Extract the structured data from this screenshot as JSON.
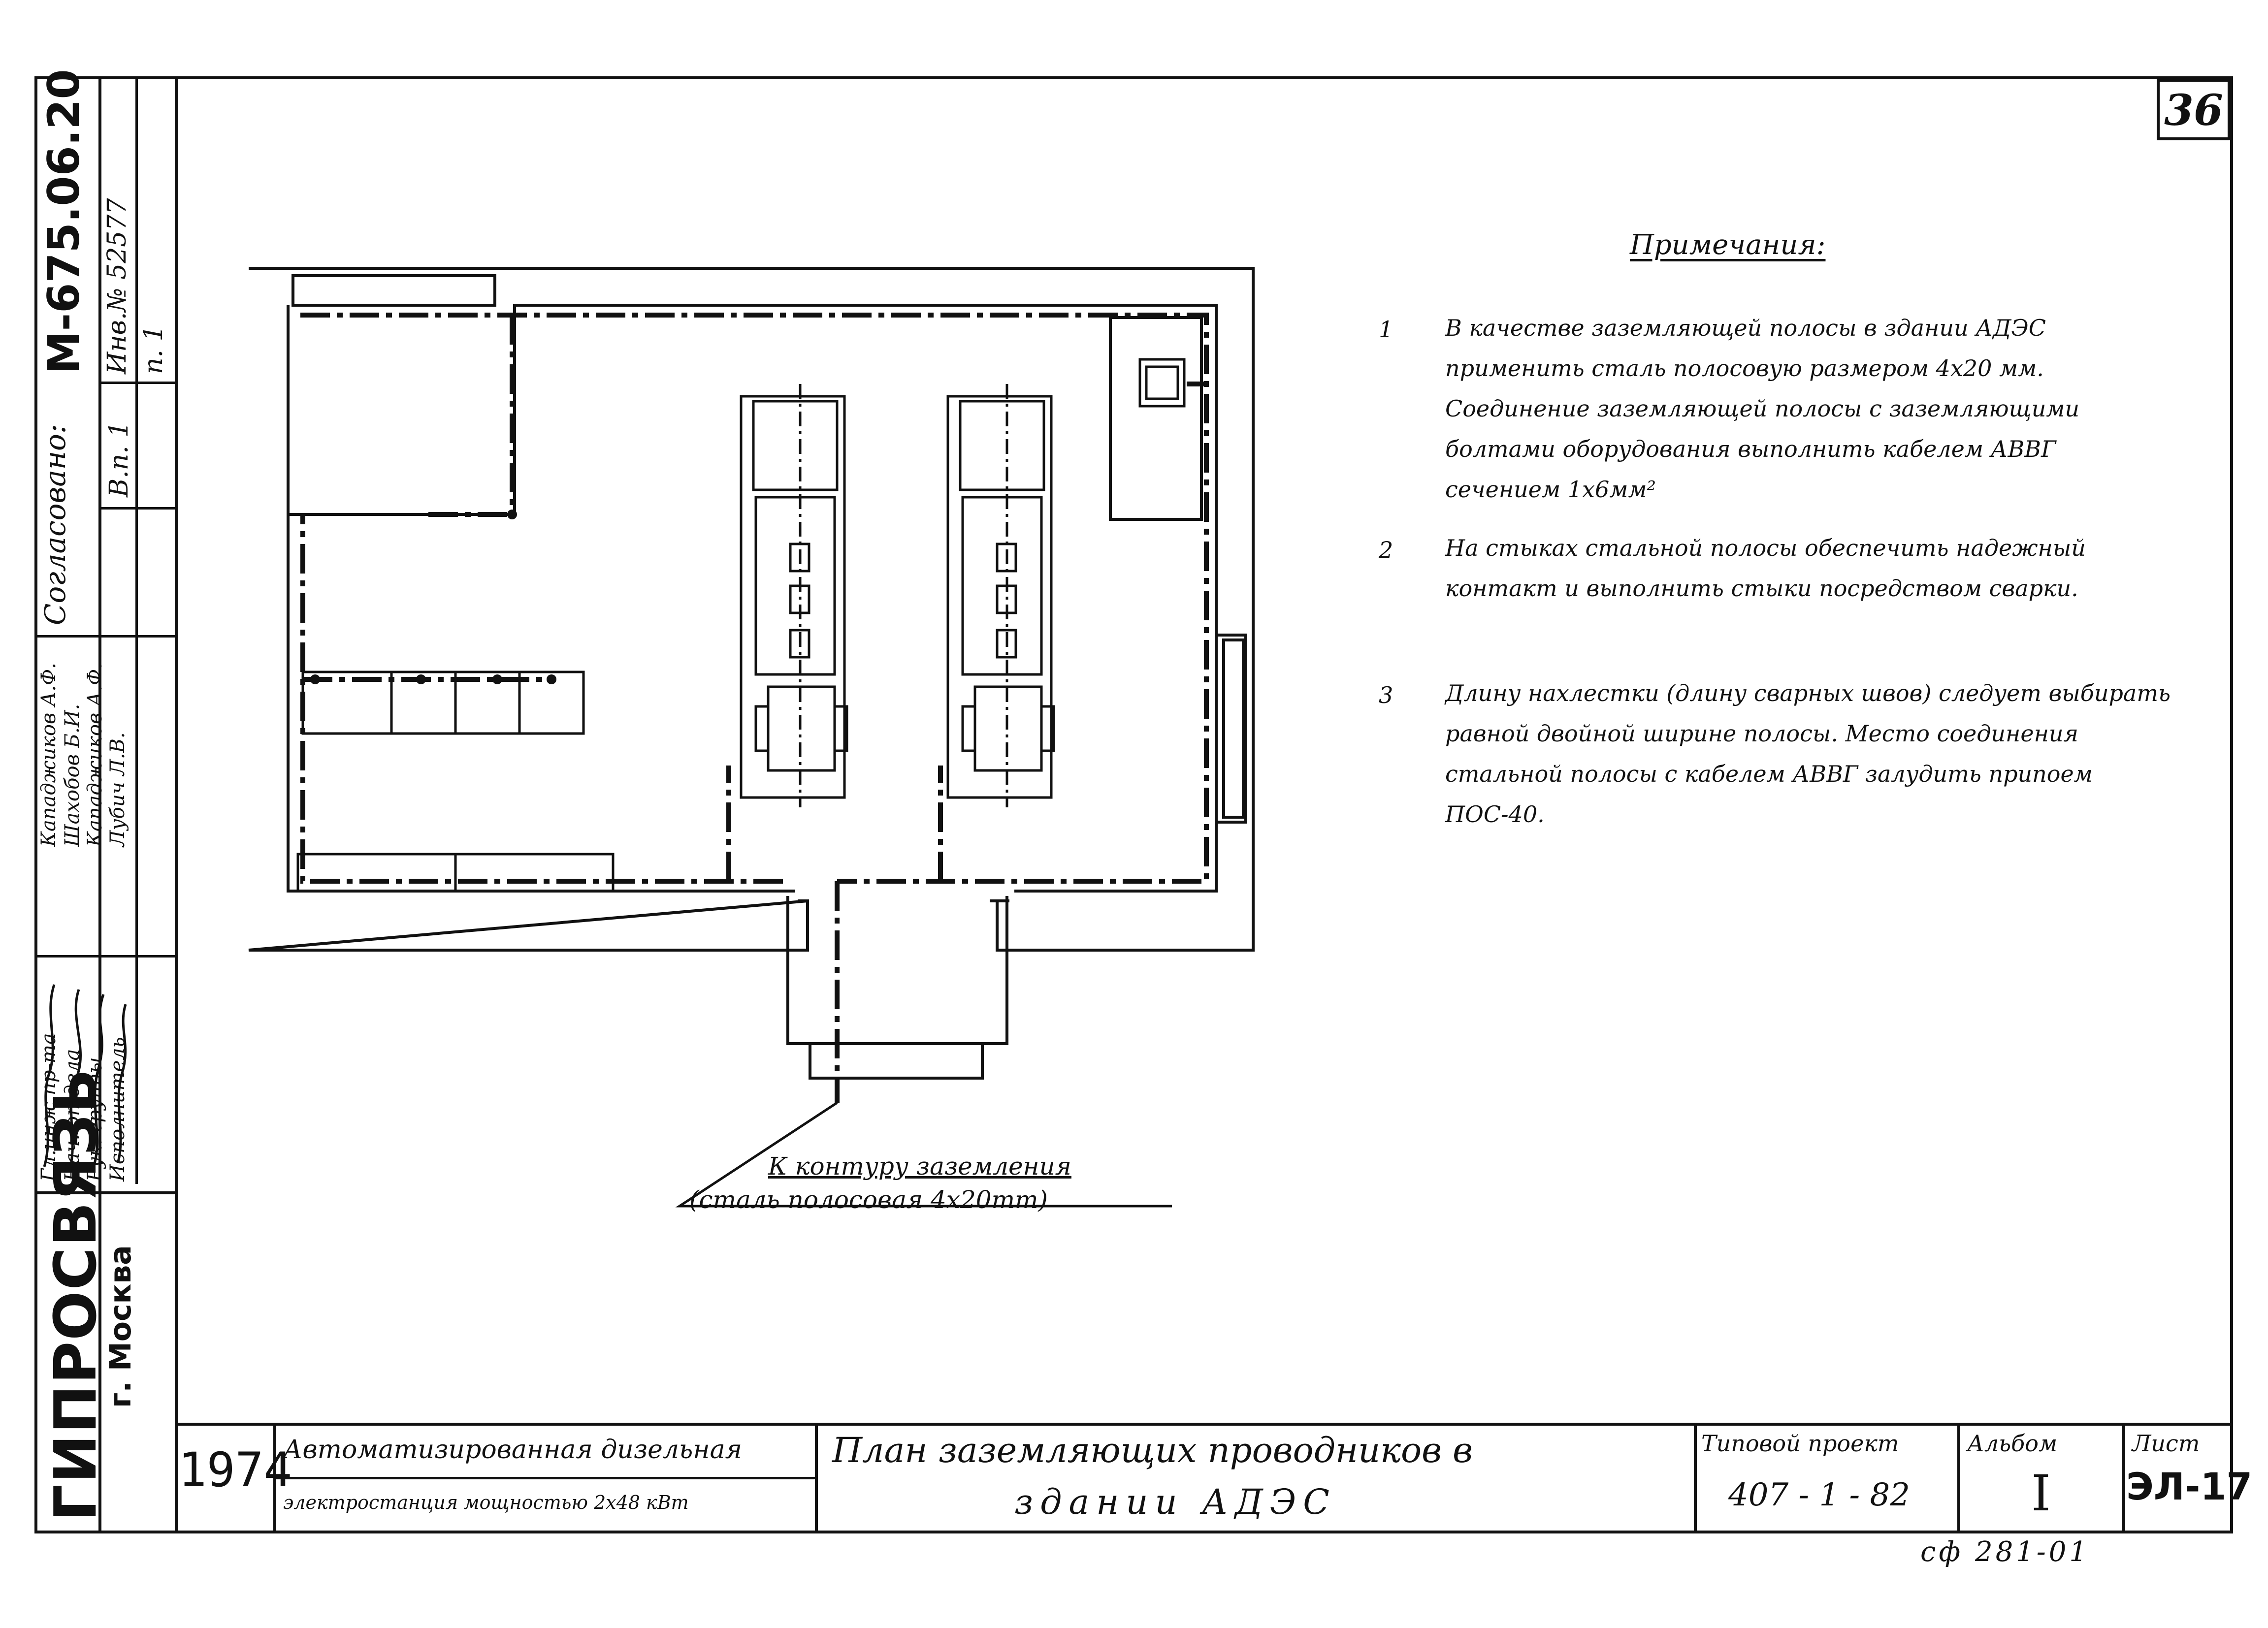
{
  "sheet": {
    "page_number": "36",
    "document_code": "М-675.06.20",
    "inventory": "Инв.№ 52577",
    "agreed_label": "Согласовано:",
    "sheet_ref_a": "В.п. 1",
    "sheet_ref_b": "п. 1",
    "organization": "ГИПРОСВЯЗЬ",
    "city": "г. Москва",
    "bottom_code": "сф 281-01"
  },
  "roles": [
    {
      "role": "Гл.инж.пр-та",
      "name": "Кападжиков А.Ф."
    },
    {
      "role": "Нач. отдела",
      "name": "Шахобов Б.И."
    },
    {
      "role": "Рук. группы",
      "name": "Кападжиков А.Ф."
    },
    {
      "role": "Исполнитель",
      "name": "Лубич Л.В."
    }
  ],
  "title_block": {
    "year": "1974",
    "object_line1": "Автоматизированная дизельная",
    "object_line2": "электростанция мощностью 2х48 кВт",
    "title_line1": "План заземляющих проводников в",
    "title_line2": "здании АДЭС",
    "project_label": "Типовой проект",
    "project_value": "407 - 1 - 82",
    "album_label": "Альбом",
    "album_value": "I",
    "sheet_label": "Лист",
    "sheet_value": "ЭЛ-17"
  },
  "drawing": {
    "label_line1": "К контуру заземления",
    "label_line2": "(сталь полосовая 4х20mm)"
  },
  "notes": {
    "title": "Примечания:",
    "items": [
      {
        "num": "1",
        "text": "В качестве заземляющей полосы в здании АДЭС применить сталь полосовую размером 4х20 мм. Соединение заземляющей полосы с заземляющими болтами оборудования выполнить кабелем АВВГ сечением 1х6мм²"
      },
      {
        "num": "2",
        "text": "На стыках стальной полосы обеспечить надежный контакт и выполнить стыки посредством сварки."
      },
      {
        "num": "3",
        "text": "Длину нахлестки (длину сварных швов) следует выбирать равной двойной ширине полосы. Место соединения стальной полосы с кабелем АВВГ залудить припоем ПОС-40."
      }
    ]
  },
  "colors": {
    "ink": "#111111",
    "paper": "#ffffff"
  }
}
